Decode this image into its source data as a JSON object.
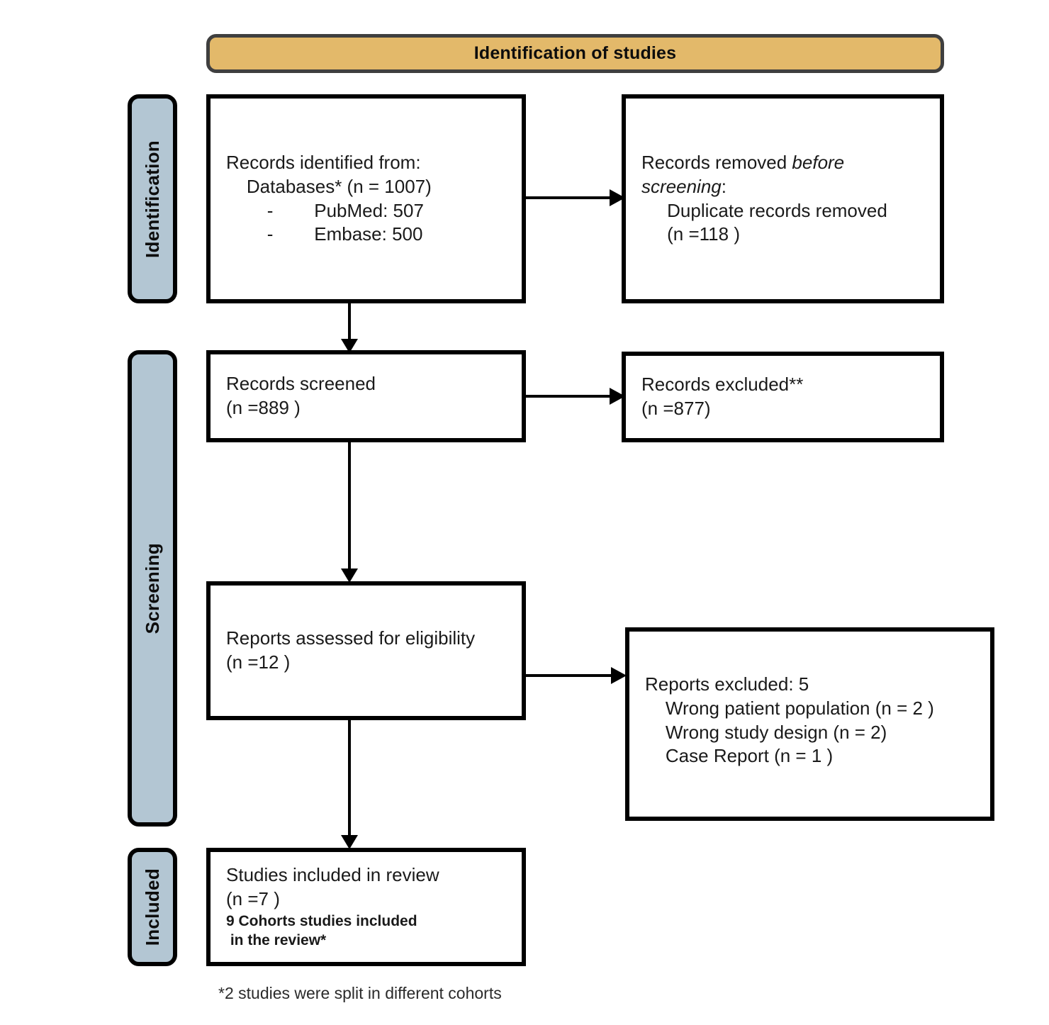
{
  "diagram": {
    "title": "PRISMA flow diagram",
    "colors": {
      "banner_fill": "#e3b96a",
      "banner_border": "#3f3f3f",
      "rail_fill": "#b3c6d3",
      "box_border": "#000000",
      "box_fill": "#ffffff",
      "text": "#111111"
    }
  },
  "banner": {
    "label": "Identification of studies"
  },
  "rails": [
    {
      "id": "identification",
      "label": "Identification"
    },
    {
      "id": "screening",
      "label": "Screening"
    },
    {
      "id": "included",
      "label": "Included"
    }
  ],
  "boxes": {
    "records_identified": {
      "name": "records-identified",
      "lines": [
        "Records identified from:",
        "    Databases* (n = 1007)",
        "        -        PubMed: 507",
        "        -        Embase: 500"
      ]
    },
    "records_removed": {
      "name": "records-removed-before-screening",
      "line1_prefix": "Records removed ",
      "line1_italic": "before",
      "line2_italic": "screening",
      "line2_suffix": ":",
      "lines_rest": [
        "     Duplicate records removed",
        "     (n =118 )"
      ]
    },
    "records_screened": {
      "name": "records-screened",
      "lines": [
        "Records screened",
        "(n =889 )"
      ]
    },
    "records_excluded": {
      "name": "records-excluded",
      "lines": [
        "Records excluded**",
        "(n =877)"
      ]
    },
    "reports_assessed": {
      "name": "reports-assessed-for-eligibility",
      "lines": [
        "Reports assessed for eligibility",
        "(n =12 )"
      ]
    },
    "reports_excluded": {
      "name": "reports-excluded",
      "lines": [
        "Reports excluded: 5",
        "    Wrong patient population (n = 2 )",
        "    Wrong study design (n = 2)",
        "    Case Report (n = 1 )"
      ]
    },
    "studies_included": {
      "name": "studies-included-in-review",
      "lines": [
        "Studies included in review",
        "(n =7 )"
      ],
      "bold_lines": [
        "9 Cohorts studies included",
        " in the review*"
      ]
    }
  },
  "footnote": {
    "text": "*2 studies were split in different cohorts"
  },
  "flow_data": {
    "type": "flowchart",
    "standard": "PRISMA 2020",
    "nodes": [
      {
        "id": "identified",
        "stage": "Identification",
        "label": "Records identified from: Databases*",
        "n": 1007,
        "sources": [
          {
            "name": "PubMed",
            "n": 507
          },
          {
            "name": "Embase",
            "n": 500
          }
        ]
      },
      {
        "id": "removed",
        "stage": "Identification",
        "label": "Records removed before screening: Duplicate records removed",
        "n": 118
      },
      {
        "id": "screened",
        "stage": "Screening",
        "label": "Records screened",
        "n": 889
      },
      {
        "id": "excluded_screen",
        "stage": "Screening",
        "label": "Records excluded**",
        "n": 877
      },
      {
        "id": "assessed",
        "stage": "Screening",
        "label": "Reports assessed for eligibility",
        "n": 12
      },
      {
        "id": "excluded_reports",
        "stage": "Screening",
        "label": "Reports excluded",
        "n": 5,
        "reasons": [
          {
            "name": "Wrong patient population",
            "n": 2
          },
          {
            "name": "Wrong study design",
            "n": 2
          },
          {
            "name": "Case Report",
            "n": 1
          }
        ]
      },
      {
        "id": "included",
        "stage": "Included",
        "label": "Studies included in review",
        "n": 7,
        "note": "9 Cohorts studies included in the review*"
      }
    ],
    "edges": [
      {
        "from": "identified",
        "to": "removed",
        "direction": "right"
      },
      {
        "from": "identified",
        "to": "screened",
        "direction": "down"
      },
      {
        "from": "screened",
        "to": "excluded_screen",
        "direction": "right"
      },
      {
        "from": "screened",
        "to": "assessed",
        "direction": "down"
      },
      {
        "from": "assessed",
        "to": "excluded_reports",
        "direction": "right"
      },
      {
        "from": "assessed",
        "to": "included",
        "direction": "down"
      }
    ]
  }
}
